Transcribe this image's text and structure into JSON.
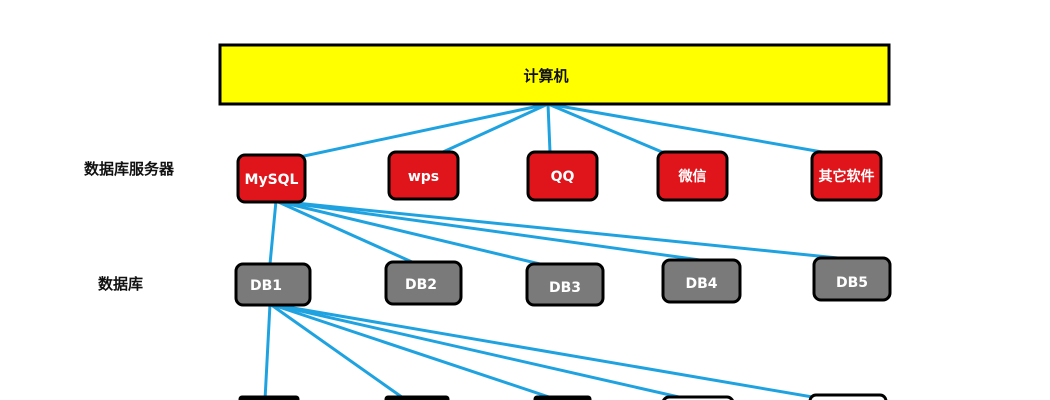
{
  "computer": {
    "label": "计算机"
  },
  "row_labels": {
    "servers": "数据库服务器",
    "databases": "数据库"
  },
  "servers": [
    {
      "label": "MySQL"
    },
    {
      "label": "wps"
    },
    {
      "label": "QQ"
    },
    {
      "label": "微信"
    },
    {
      "label": "其它软件"
    }
  ],
  "databases": [
    {
      "label": "DB1"
    },
    {
      "label": "DB2"
    },
    {
      "label": "DB3"
    },
    {
      "label": "DB4"
    },
    {
      "label": "DB5"
    }
  ],
  "colors": {
    "computer_fill": "#ffff00",
    "server_fill": "#e0141b",
    "database_fill": "#7a7a7a",
    "connector": "#1fa3e0"
  }
}
